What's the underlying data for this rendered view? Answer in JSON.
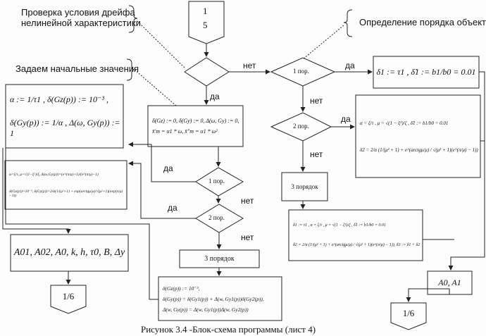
{
  "callouts": {
    "drift_check": [
      "Проверка условия дрейфа",
      "нелинейной характеристики"
    ],
    "order_detect": "Определение порядка объекта",
    "initial_values": "Задаем начальные значения"
  },
  "connector_top": [
    "1",
    "5"
  ],
  "connector_bottom_left": "1/6",
  "connector_bottom_right": "1/6",
  "labels": {
    "yes": "да",
    "no": "нет"
  },
  "decisions": {
    "first_order": "1 пор.",
    "second_order": "2 пор."
  },
  "third_order": "3 порядок",
  "boxes": {
    "init": [
      "δ(Gz) := 0, δ(Gy) := 0, Δ(ω, Gy) := 0,",
      "x̄'m = α1 * ω, x̄\"m = α1 * ω²"
    ],
    "left_first": [
      "α := 1/τ1 , δ(Gz(p)) := 10⁻³ ,",
      "δ(Gy(p)) := 1/α , Δ(ω, Gy(p)) := 1"
    ],
    "left_second": [
      "α=ξ/τ, μ=√(1−ξ²)/ξ, Δ(ω,Gy(p))=(e^(π/μ)+1)/(e^(π/μ)−1)",
      "δ(Gz(p))=10⁻³, δ(Gy(p))=2/α(1/(μ²+1) + exp(arctgμ/μ)/√(μ²+1)(exp(π/μ)−1))"
    ],
    "left_third": [
      "δ(Gz(p)) := 10⁻³,",
      "δ(Gy(p)) = δ(Gy1(p)) + Δ(w, Gy1(p))δ(Gy2(p)),",
      "Δ(w, Gy(p)) = Δ(w, Gy1(p))Δ(w, Gy2(p))"
    ],
    "params": "A01, A02, A0, k, h, τ0, B, Δy",
    "right_first": "δ1 := τ1 , δ̃1 := b1/b0 = 0.01",
    "right_second": [
      "α = ξ/τ , μ = √(1 − ξ²)/ζ , δ̃1 := b1/b0 = 0.01",
      "δ2 = 2/α (1/(μ² + 1) + e^(arctgμ/μ) / √(μ² + 1)(e^(π/μ) − 1))"
    ],
    "right_third": [
      "δ1 := τ1 , α = ξ/τ , μ = √(1 − ξ²)/ζ , δ̃1 := b1/b0 = 0.01",
      "δ2 = 2/α (1/(μ² + 1) + e^(arctgμ/μ) / √(μ² + 1)(e^(π/μ) − 1)), δ3 := δ1 + δ2"
    ],
    "outputs": "A0, A1"
  },
  "caption": "Рисунок 3.4 -Блок-схема программы (лист 4)"
}
